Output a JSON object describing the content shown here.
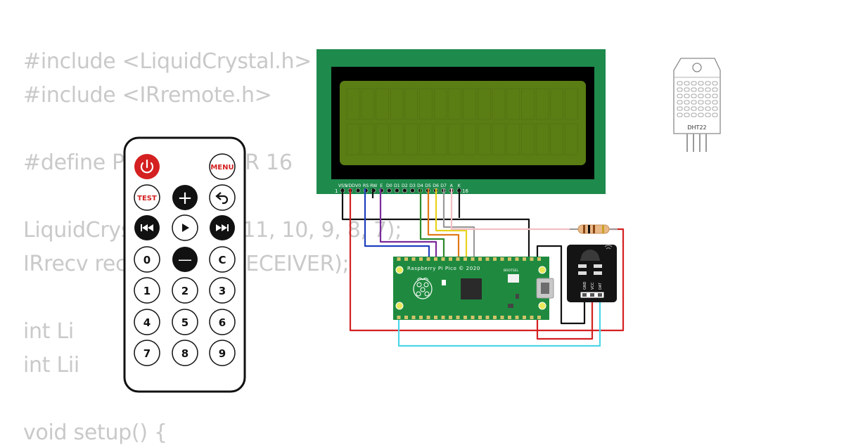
{
  "code_lines": [
    "#include <LiquidCrystal.h>",
    "#include <IRremote.h>",
    "",
    "#define PIN_RECEIVER 16",
    "",
    "LiquidCrystal lcd(12, 11, 10, 9, 8, 7);",
    "IRrecv receiver(PIN_RECEIVER);",
    "",
    "int Li",
    "int Lii",
    "",
    "void setup() {"
  ],
  "remote": {
    "power_icon": "power-icon",
    "menu": "MENU",
    "test": "TEST",
    "plus": "+",
    "back_icon": "back-arrow-icon",
    "prev_icon": "rewind-icon",
    "play_icon": "play-icon",
    "next_icon": "fast-forward-icon",
    "zero": "0",
    "minus": "—",
    "c": "C",
    "digits": [
      "1",
      "2",
      "3",
      "4",
      "5",
      "6",
      "7",
      "8",
      "9"
    ]
  },
  "lcd": {
    "pins": [
      "VSS",
      "VDD",
      "V0",
      "RS",
      "RW",
      "E",
      "D0",
      "D1",
      "D2",
      "D3",
      "D4",
      "D5",
      "D6",
      "D7",
      "A",
      "K"
    ],
    "pin_first": "1",
    "pin_last": "16",
    "board_color": "#1e8a4c",
    "screen_color": "#5a7d14"
  },
  "pico": {
    "label": "Raspberry Pi Pico © 2020",
    "bootsel": "BOOTSEL",
    "board_color": "#1f8a3f"
  },
  "ir_receiver": {
    "pins": [
      "GND",
      "VCC",
      "DAT"
    ]
  },
  "dht22": {
    "label": "DHT22"
  },
  "wire_colors": {
    "black": "#111111",
    "red": "#d42020",
    "blue": "#1f3fbf",
    "purple": "#7b2a9a",
    "green": "#2c8a2c",
    "orange": "#e07a1a",
    "yellow": "#e8d21a",
    "gray": "#9a9a9a",
    "pink": "#f2bfc4",
    "cyan": "#4cd6e8"
  }
}
